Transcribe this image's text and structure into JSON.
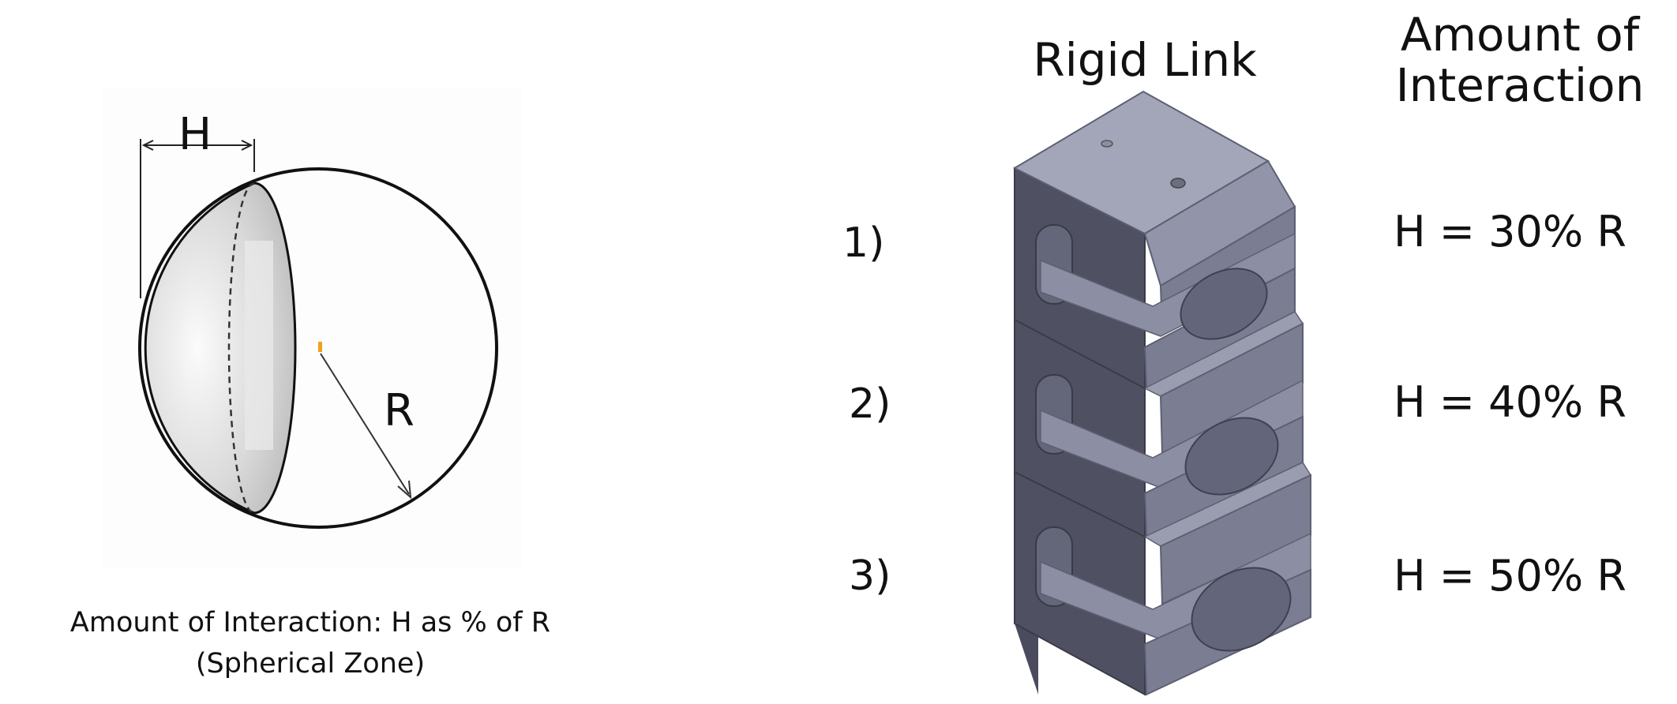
{
  "sphere": {
    "height_label": "H",
    "radius_label": "R",
    "caption_line1": "Amount  of Interaction: H as % of R",
    "caption_line2": "(Spherical Zone)"
  },
  "rigid_link": {
    "title": "Rigid Link",
    "amount_title_line1": "Amount of",
    "amount_title_line2": "Interaction",
    "rows": [
      {
        "number": "1)",
        "value": "H = 30% R"
      },
      {
        "number": "2)",
        "value": "H = 40% R"
      },
      {
        "number": "3)",
        "value": "H = 50% R"
      }
    ]
  },
  "colors": {
    "block_top": "#a3a6b9",
    "block_front": "#7b7e93",
    "block_side": "#4f5163",
    "cavity": "#63667a",
    "zone_fill": "#d4d4d4"
  }
}
